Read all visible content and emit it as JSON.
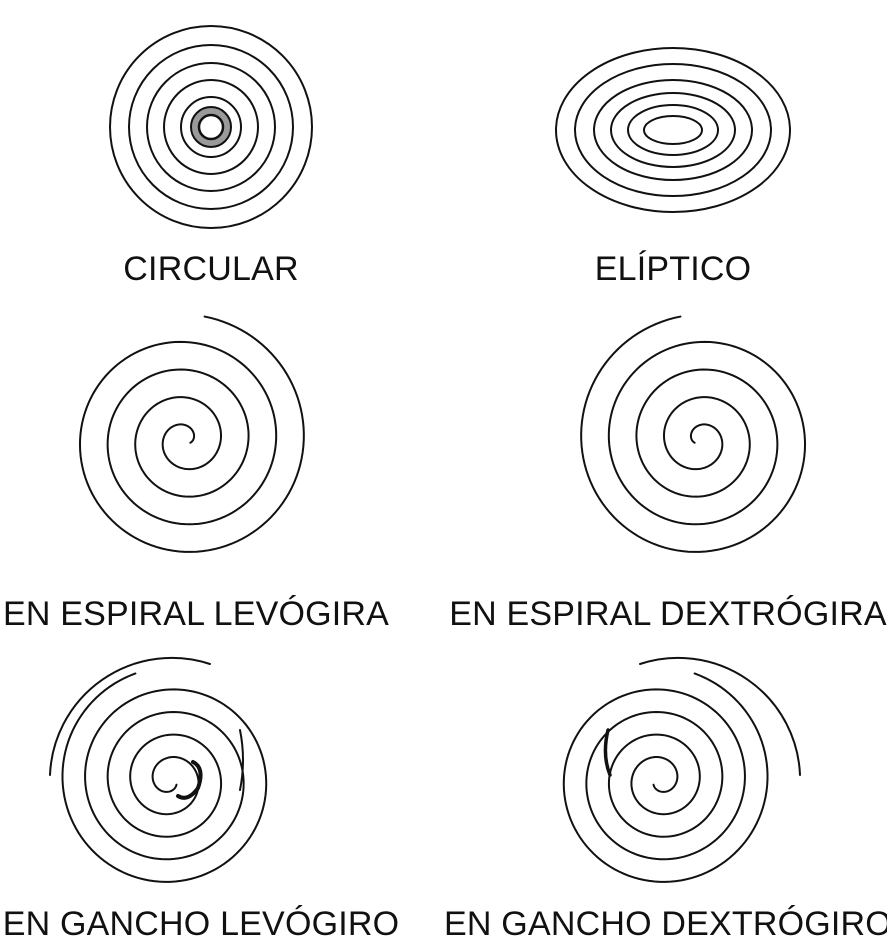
{
  "diagrams": [
    {
      "key": "circular",
      "label": "CIRCULAR"
    },
    {
      "key": "eliptico",
      "label": "ELÍPTICO"
    },
    {
      "key": "espiral-levogira",
      "label": "EN ESPIRAL LEVÓGIRA"
    },
    {
      "key": "espiral-dextrogira",
      "label": "EN ESPIRAL DEXTRÓGIRA"
    },
    {
      "key": "gancho-levogiro",
      "label": "EN GANCHO LEVÓGIRO"
    },
    {
      "key": "gancho-dextrogiro",
      "label": "EN GANCHO DEXTRÓGIRO"
    }
  ]
}
